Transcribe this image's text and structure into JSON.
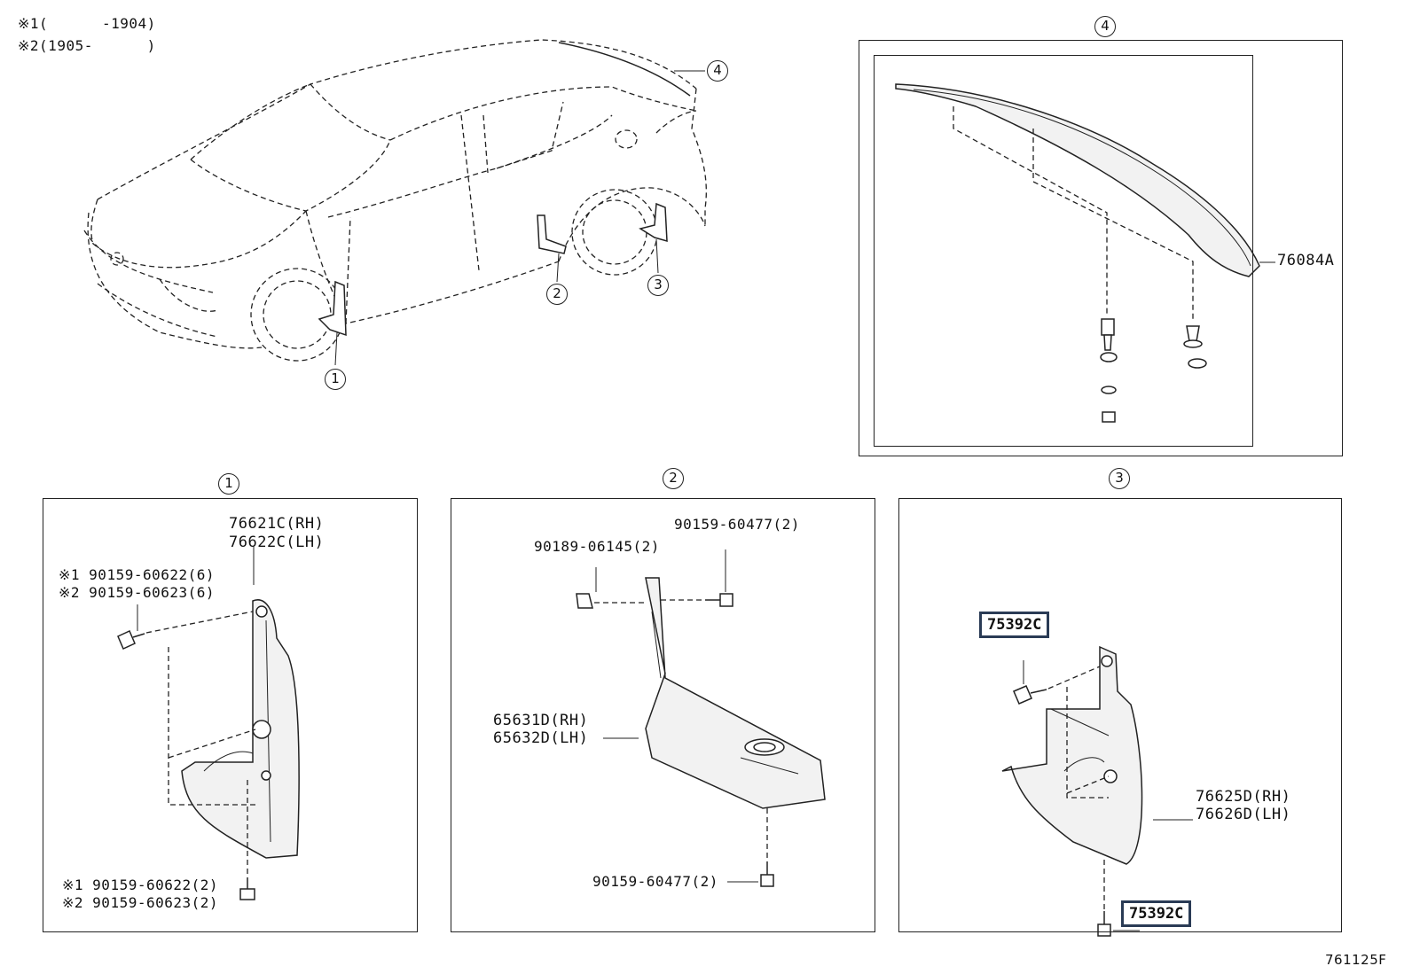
{
  "notes": [
    {
      "mark": "※1",
      "range": "(      -1904)"
    },
    {
      "mark": "※2",
      "range": "(1905-      )"
    }
  ],
  "callouts": {
    "c1": "1",
    "c2": "2",
    "c3": "3",
    "c4": "4"
  },
  "panel4": {
    "part": "76084A"
  },
  "panel1": {
    "part_rh": "76621C(RH)",
    "part_lh": "76622C(LH)",
    "bolt_top_1": "※1 90159-60622(6)",
    "bolt_top_2": "※2 90159-60623(6)",
    "bolt_bot_1": "※1 90159-60622(2)",
    "bolt_bot_2": "※2 90159-60623(2)"
  },
  "panel2": {
    "clip": "90189-06145(2)",
    "screw_top": "90159-60477(2)",
    "part_rh": "65631D(RH)",
    "part_lh": "65632D(LH)",
    "screw_bot": "90159-60477(2)"
  },
  "panel3": {
    "bolt_top": "75392C",
    "part_rh": "76625D(RH)",
    "part_lh": "76626D(LH)",
    "bolt_bot": "75392C"
  },
  "figure_id": "761125F"
}
